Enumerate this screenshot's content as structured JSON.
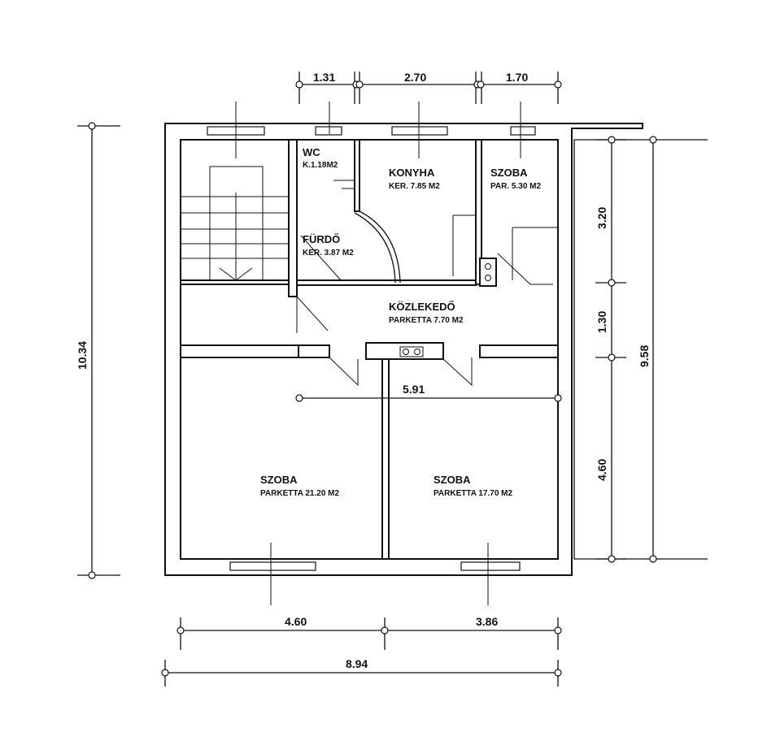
{
  "rooms": {
    "wc": {
      "name": "WC",
      "area": "K.1.18M2"
    },
    "konyha": {
      "name": "KONYHA",
      "area": "KER. 7.85 M2"
    },
    "szoba_small": {
      "name": "SZOBA",
      "area": "PAR. 5.30 M2"
    },
    "furdo": {
      "name": "FÜRDŐ",
      "area": "KER. 3.87 M2"
    },
    "kozlekedo": {
      "name": "KÖZLEKEDŐ",
      "area": "PARKETTA 7.70 M2"
    },
    "szoba_left": {
      "name": "SZOBA",
      "area": "PARKETTA 21.20 M2"
    },
    "szoba_right": {
      "name": "SZOBA",
      "area": "PARKETTA 17.70 M2"
    }
  },
  "dimensions": {
    "top": [
      "1.31",
      "2.70",
      "1.70"
    ],
    "left_total": "10.34",
    "right_segments": [
      "3.20",
      "1.30",
      "4.60"
    ],
    "right_total": "9.58",
    "interior_width": "5.91",
    "bottom_segments": [
      "4.60",
      "3.86"
    ],
    "bottom_total": "8.94"
  }
}
